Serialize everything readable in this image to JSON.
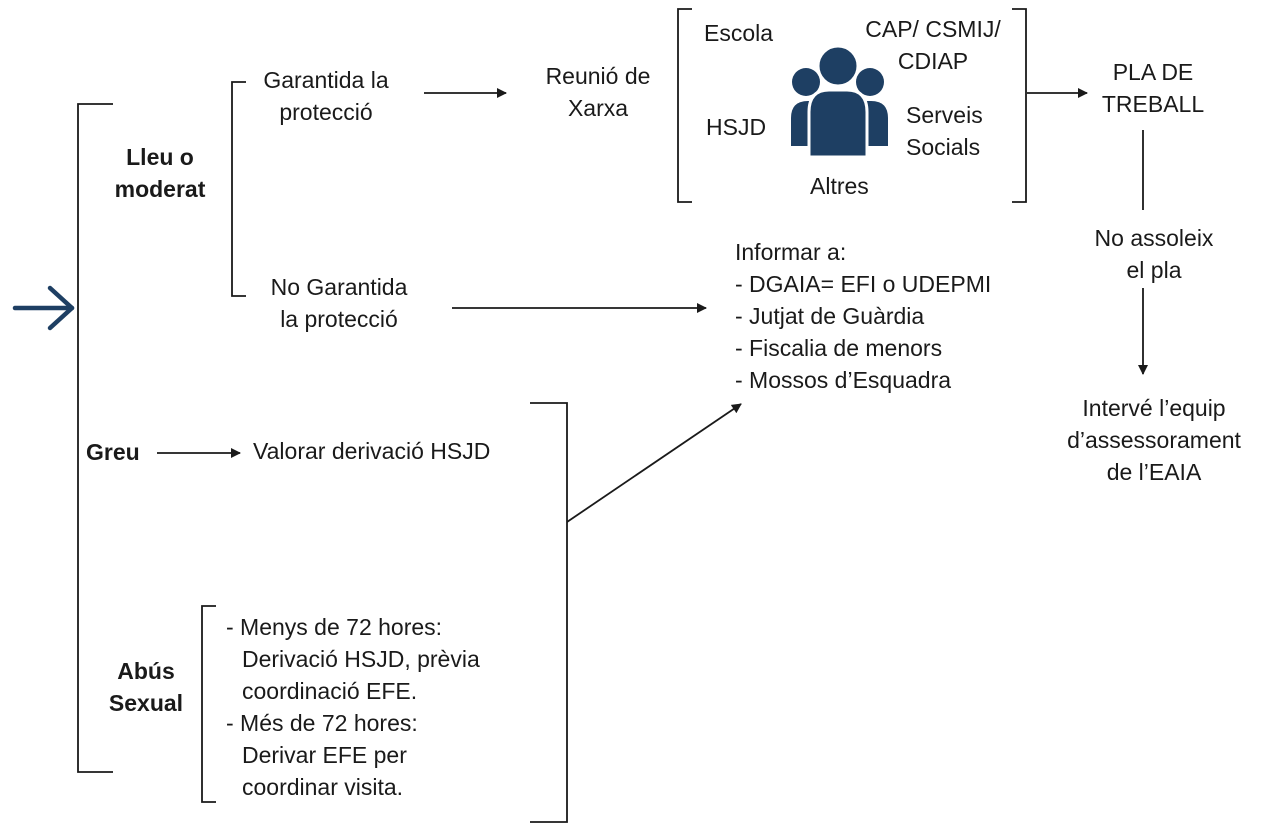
{
  "colors": {
    "accent": "#1e3f63",
    "line": "#1a1a1a",
    "text": "#1a1a1a"
  },
  "icons": {
    "entry_arrow": "arrow-right-icon",
    "group": "people-group-icon"
  },
  "severity": {
    "mild": [
      "Lleu o",
      "moderat"
    ],
    "severe": "Greu",
    "sexual_abuse": [
      "Abús",
      "Sexual"
    ]
  },
  "mild_branch": {
    "protected": [
      "Garantida la",
      "protecció"
    ],
    "not_protected": [
      "No Garantida",
      "la protecció"
    ]
  },
  "network_meeting": [
    "Reunió de",
    "Xarxa"
  ],
  "network_members": {
    "escola": "Escola",
    "cap": [
      "CAP/ CSMIJ/",
      "CDIAP"
    ],
    "hsjd": "HSJD",
    "serveis": [
      "Serveis",
      "Socials"
    ],
    "altres": "Altres"
  },
  "work_plan": [
    "PLA DE",
    "TREBALL"
  ],
  "not_achieved": [
    "No assoleix",
    "el pla"
  ],
  "eaia": [
    "Intervé l’equip",
    "d’assessorament",
    "de l’EAIA"
  ],
  "inform": {
    "title": "Informar a:",
    "items": [
      "- DGAIA= EFI o UDEPMI",
      "- Jutjat de Guàrdia",
      "- Fiscalia de menors",
      "- Mossos d’Esquadra"
    ]
  },
  "severe_action": "Valorar derivació HSJD",
  "sexual_abuse_steps": [
    "- Menys de 72 hores:",
    "Derivació HSJD, prèvia",
    "coordinació EFE.",
    "- Més de 72 hores:",
    "Derivar EFE per",
    "coordinar visita."
  ]
}
